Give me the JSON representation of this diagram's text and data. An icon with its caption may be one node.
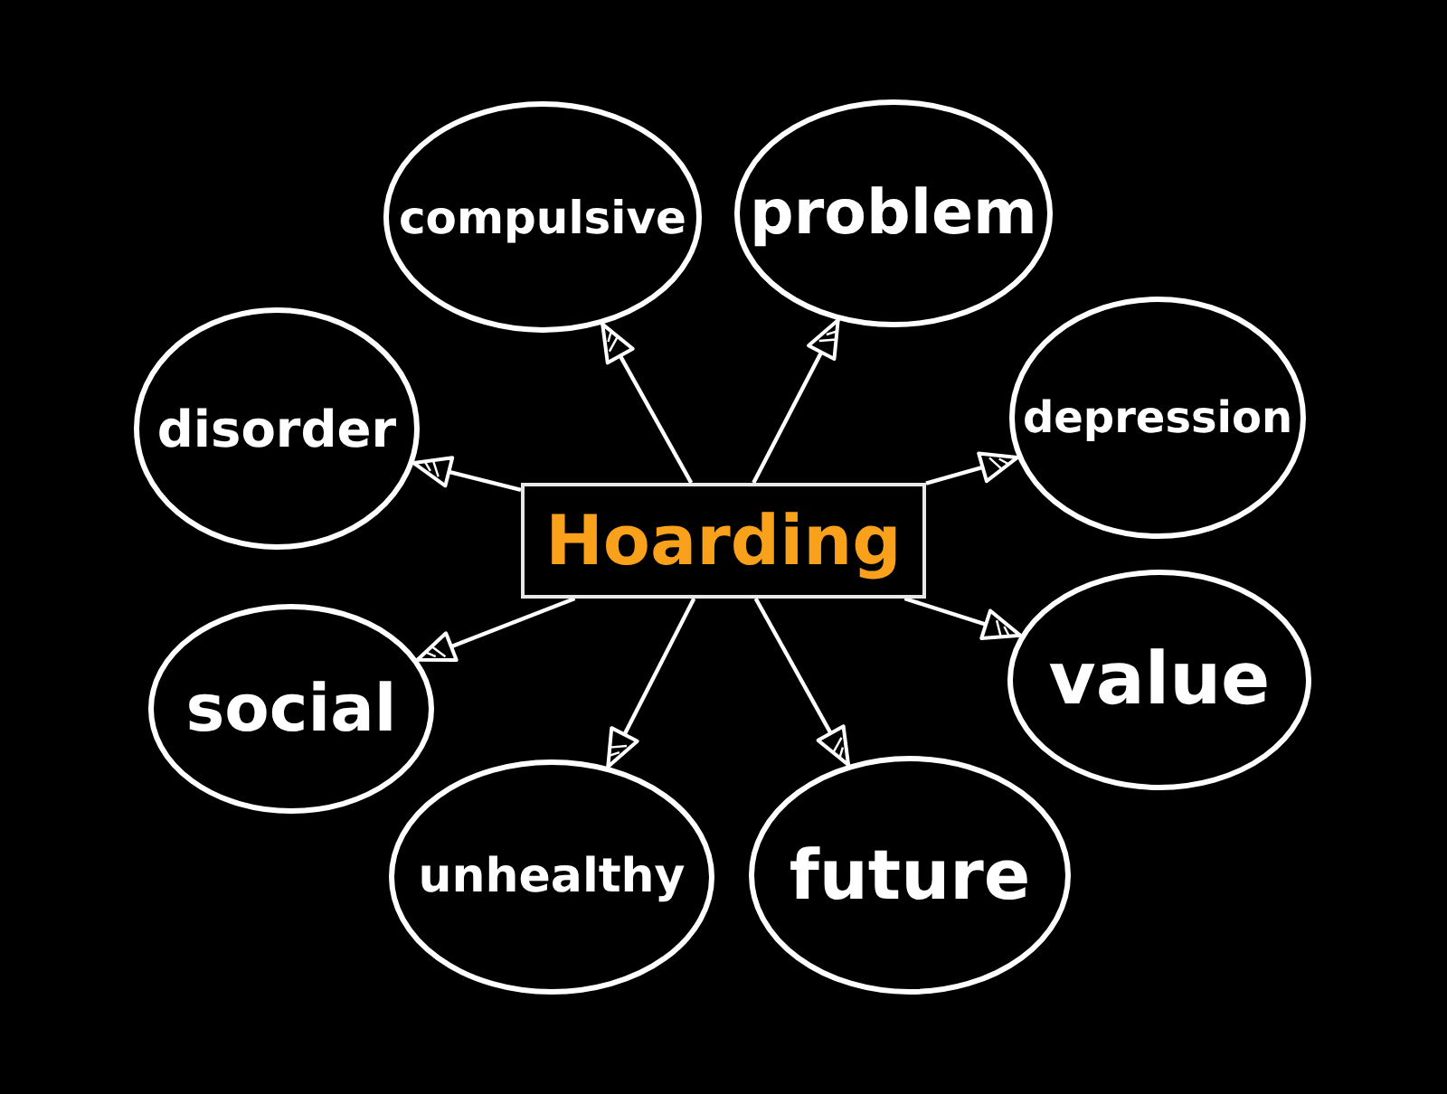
{
  "diagram": {
    "nodes": [
      {
        "text": [
          "Hoarding"
        ]
      },
      {
        "text": [
          "compulsive"
        ]
      },
      {
        "text": [
          "problem"
        ]
      },
      {
        "text": [
          "disorder"
        ]
      },
      {
        "text": [
          "depression"
        ]
      },
      {
        "text": [
          "social"
        ]
      },
      {
        "text": [
          "value"
        ]
      },
      {
        "text": [
          "unhealthy"
        ]
      },
      {
        "text": [
          "future"
        ]
      }
    ],
    "edges": [
      {
        "from": 0,
        "to": 1,
        "arrow": "to"
      },
      {
        "from": 0,
        "to": 2,
        "arrow": "to"
      },
      {
        "from": 0,
        "to": 3,
        "arrow": "to"
      },
      {
        "from": 0,
        "to": 4,
        "arrow": "to"
      },
      {
        "from": 0,
        "to": 5,
        "arrow": "to"
      },
      {
        "from": 0,
        "to": 6,
        "arrow": "to"
      },
      {
        "from": 0,
        "to": 7,
        "arrow": "to"
      },
      {
        "from": 0,
        "to": 8,
        "arrow": "to"
      }
    ]
  }
}
